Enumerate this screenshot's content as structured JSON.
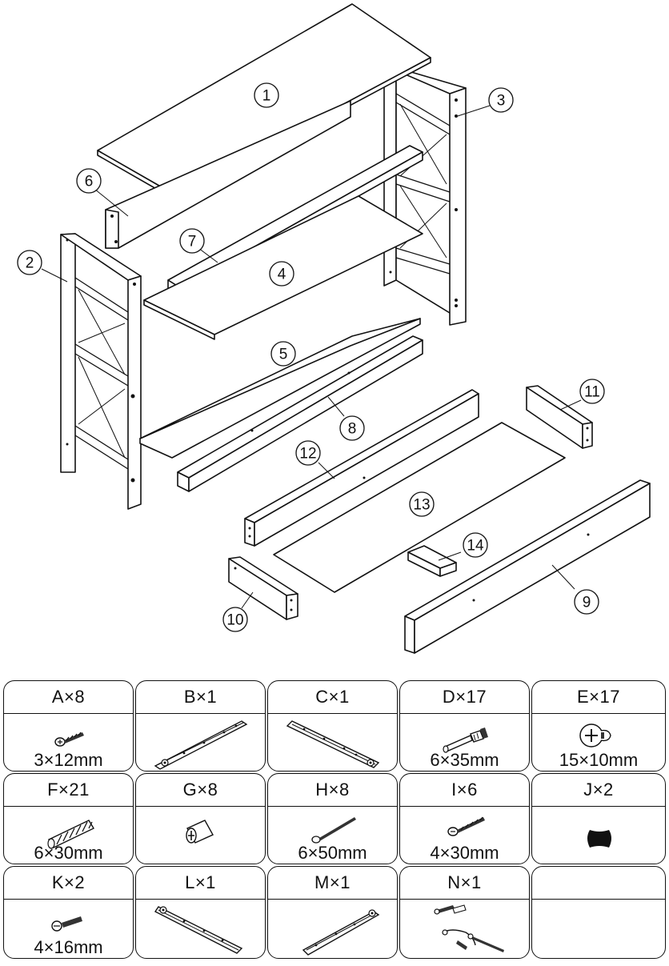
{
  "callouts": [
    "1",
    "2",
    "3",
    "4",
    "5",
    "6",
    "7",
    "8",
    "9",
    "10",
    "11",
    "12",
    "13",
    "14"
  ],
  "hardware": [
    {
      "id": "A",
      "label": "A×8",
      "size": "3×12mm",
      "icon": "wood-screw-icon"
    },
    {
      "id": "B",
      "label": "B×1",
      "size": "",
      "icon": "drawer-slide-rail-icon"
    },
    {
      "id": "C",
      "label": "C×1",
      "size": "",
      "icon": "drawer-slide-rail-icon"
    },
    {
      "id": "D",
      "label": "D×17",
      "size": "6×35mm",
      "icon": "cam-bolt-icon"
    },
    {
      "id": "E",
      "label": "E×17",
      "size": "15×10mm",
      "icon": "cam-lock-nut-icon"
    },
    {
      "id": "F",
      "label": "F×21",
      "size": "6×30mm",
      "icon": "wooden-dowel-icon"
    },
    {
      "id": "G",
      "label": "G×8",
      "size": "",
      "icon": "barrel-nut-icon"
    },
    {
      "id": "H",
      "label": "H×8",
      "size": "6×50mm",
      "icon": "long-bolt-icon"
    },
    {
      "id": "I",
      "label": "I×6",
      "size": "4×30mm",
      "icon": "wood-screw-icon"
    },
    {
      "id": "J",
      "label": "J×2",
      "size": "",
      "icon": "drawer-knob-icon"
    },
    {
      "id": "K",
      "label": "K×2",
      "size": "4×16mm",
      "icon": "machine-screw-icon"
    },
    {
      "id": "L",
      "label": "L×1",
      "size": "",
      "icon": "drawer-slide-rail-icon"
    },
    {
      "id": "M",
      "label": "M×1",
      "size": "",
      "icon": "drawer-slide-rail-icon"
    },
    {
      "id": "N",
      "label": "N×1",
      "size": "",
      "icon": "anti-tip-kit-icon"
    },
    {
      "id": "empty",
      "label": "",
      "size": "",
      "icon": ""
    }
  ]
}
